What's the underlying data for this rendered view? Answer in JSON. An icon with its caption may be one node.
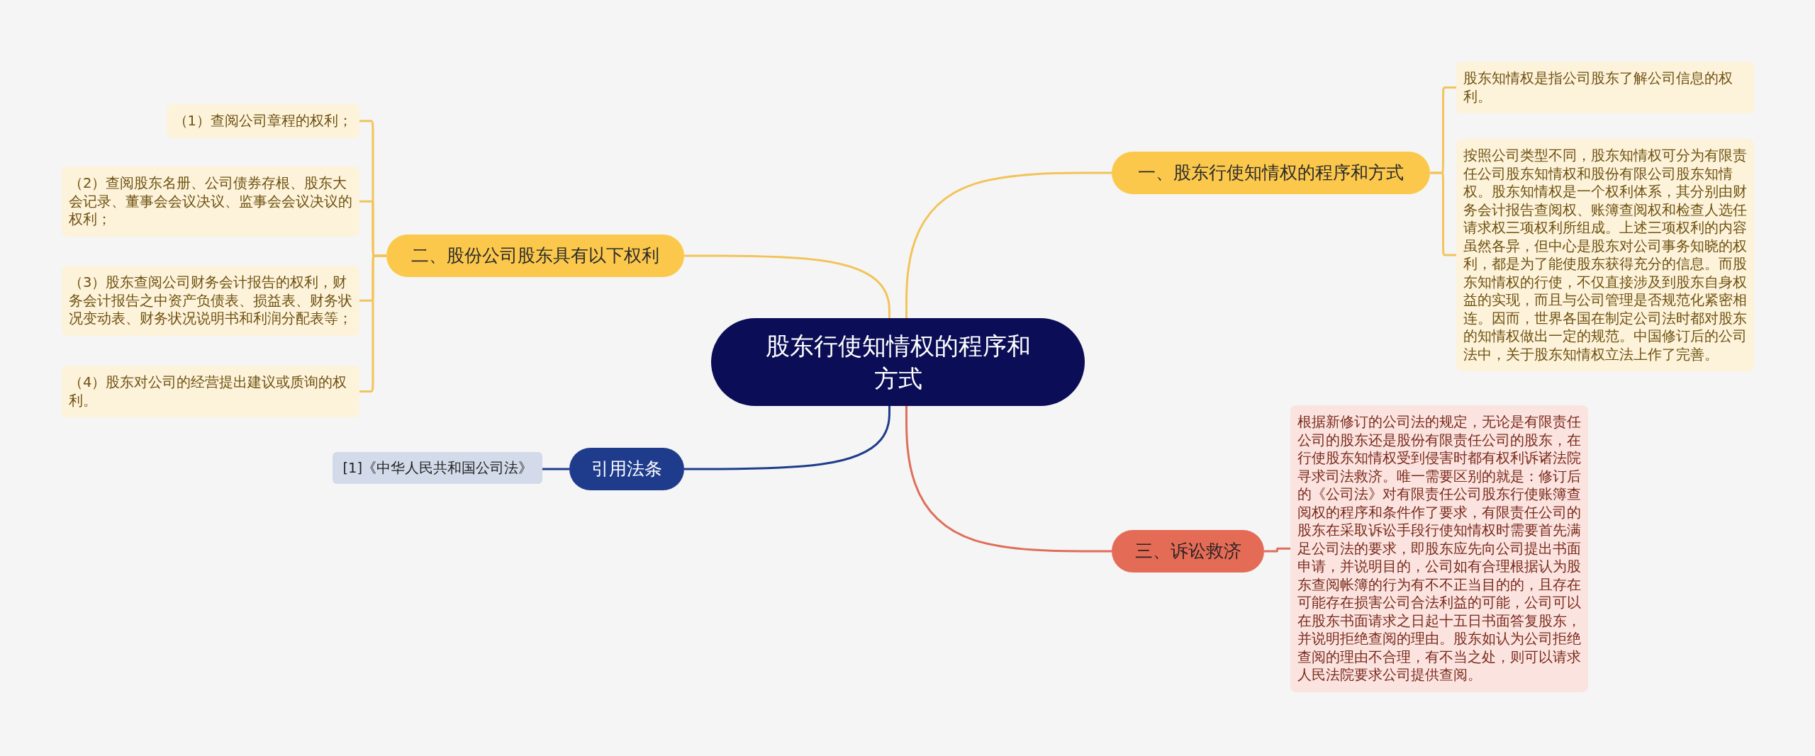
{
  "diagram": {
    "nodes": [
      {
        "text": [
          "股东行使知情权的程序和方式"
        ]
      },
      {
        "text": [
          "一、股东行使知情权的程序和方式"
        ]
      },
      {
        "text": [
          "股东知情权是指公司股东了解公司信息的权利。"
        ]
      },
      {
        "text": [
          "按照公司类型不同，股东知情权可分为有限责任公司股东知情权和股份有限公司股东知情权。股东知情权是一个权利体系，其分别由财务会计报告查阅权、账簿查阅权和检查人选任请求权三项权利所组成。上述三项权利的内容虽然各异，但中心是股东对公司事务知晓的权利，都是为了能使股东获得充分的信息。而股东知情权的行使，不仅直接涉及到股东自身权益的实现，而且与公司管理是否规范化紧密相连。因而，世界各国在制定公司法时都对股东的知情权做出一定的规范。中国修订后的公司法中，关于股东知情权立法上作了完善。"
        ]
      },
      {
        "text": [
          "二、股份公司股东具有以下权利"
        ]
      },
      {
        "text": [
          "（1）查阅公司章程的权利；"
        ]
      },
      {
        "text": [
          "（2）查阅股东名册、公司债券存根、股东大会记录、董事会会议决议、监事会会议决议的权利；"
        ]
      },
      {
        "text": [
          "（3）股东查阅公司财务会计报告的权利，财务会计报告之中资产负债表、损益表、财务状况变动表、财务状况说明书和利润分配表等；"
        ]
      },
      {
        "text": [
          "（4）股东对公司的经营提出建议或质询的权利。"
        ]
      },
      {
        "text": [
          "引用法条"
        ]
      },
      {
        "text": [
          "[1]《中华人民共和国公司法》"
        ]
      },
      {
        "text": [
          "三、诉讼救济"
        ]
      },
      {
        "text": [
          "根据新修订的公司法的规定，无论是有限责任公司的股东还是股份有限责任公司的股东，在行使股东知情权受到侵害时都有权利诉诸法院寻求司法救济。唯一需要区别的就是：修订后的《公司法》对有限责任公司股东行使账簿查阅权的程序和条件作了要求，有限责任公司的股东在采取诉讼手段行使知情权时需要首先满足公司法的要求，即股东应先向公司提出书面申请，并说明目的，公司如有合理根据认为股东查阅帐簿的行为有不不正当目的的，且存在可能存在损害公司合法利益的可能，公司可以在股东书面请求之日起十五日书面答复股东，并说明拒绝查阅的理由。股东如认为公司拒绝查阅的理由不合理，有不当之处，则可以请求人民法院要求公司提供查阅。"
        ]
      }
    ],
    "edges": [
      {
        "from": 0,
        "to": 1,
        "arrow": "none"
      },
      {
        "from": 1,
        "to": 2,
        "arrow": "none"
      },
      {
        "from": 1,
        "to": 3,
        "arrow": "none"
      },
      {
        "from": 0,
        "to": 4,
        "arrow": "none"
      },
      {
        "from": 4,
        "to": 5,
        "arrow": "none"
      },
      {
        "from": 4,
        "to": 6,
        "arrow": "none"
      },
      {
        "from": 4,
        "to": 7,
        "arrow": "none"
      },
      {
        "from": 4,
        "to": 8,
        "arrow": "none"
      },
      {
        "from": 0,
        "to": 9,
        "arrow": "none",
        "color": "#1f3c8c"
      },
      {
        "from": 9,
        "to": 10,
        "arrow": "none",
        "color": "#1f3c8c"
      },
      {
        "from": 0,
        "to": 11,
        "arrow": "none",
        "color": "#de6f5a"
      },
      {
        "from": 11,
        "to": 12,
        "arrow": "none",
        "color": "#de6f5a"
      }
    ]
  }
}
